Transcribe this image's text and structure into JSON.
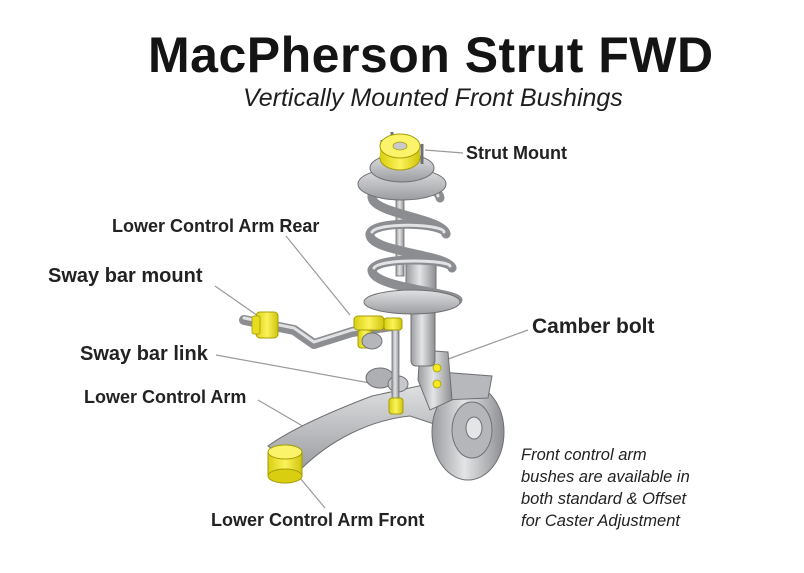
{
  "title": "MacPherson Strut FWD",
  "subtitle": "Vertically Mounted Front Bushings",
  "labels": {
    "strut_mount": "Strut Mount",
    "lower_control_arm_rear": "Lower Control Arm Rear",
    "sway_bar_mount": "Sway bar mount",
    "camber_bolt": "Camber bolt",
    "sway_bar_link": "Sway bar link",
    "lower_control_arm": "Lower Control Arm",
    "lower_control_arm_front": "Lower Control Arm Front"
  },
  "note": {
    "line1": "Front control arm",
    "line2": "bushes are available in",
    "line3": "both standard & Offset",
    "line4": "for Caster Adjustment"
  },
  "colors": {
    "bushing_yellow": "#f2ea1f",
    "metal_grey": "#c9cacc",
    "leader_line": "#9a9a9a"
  }
}
